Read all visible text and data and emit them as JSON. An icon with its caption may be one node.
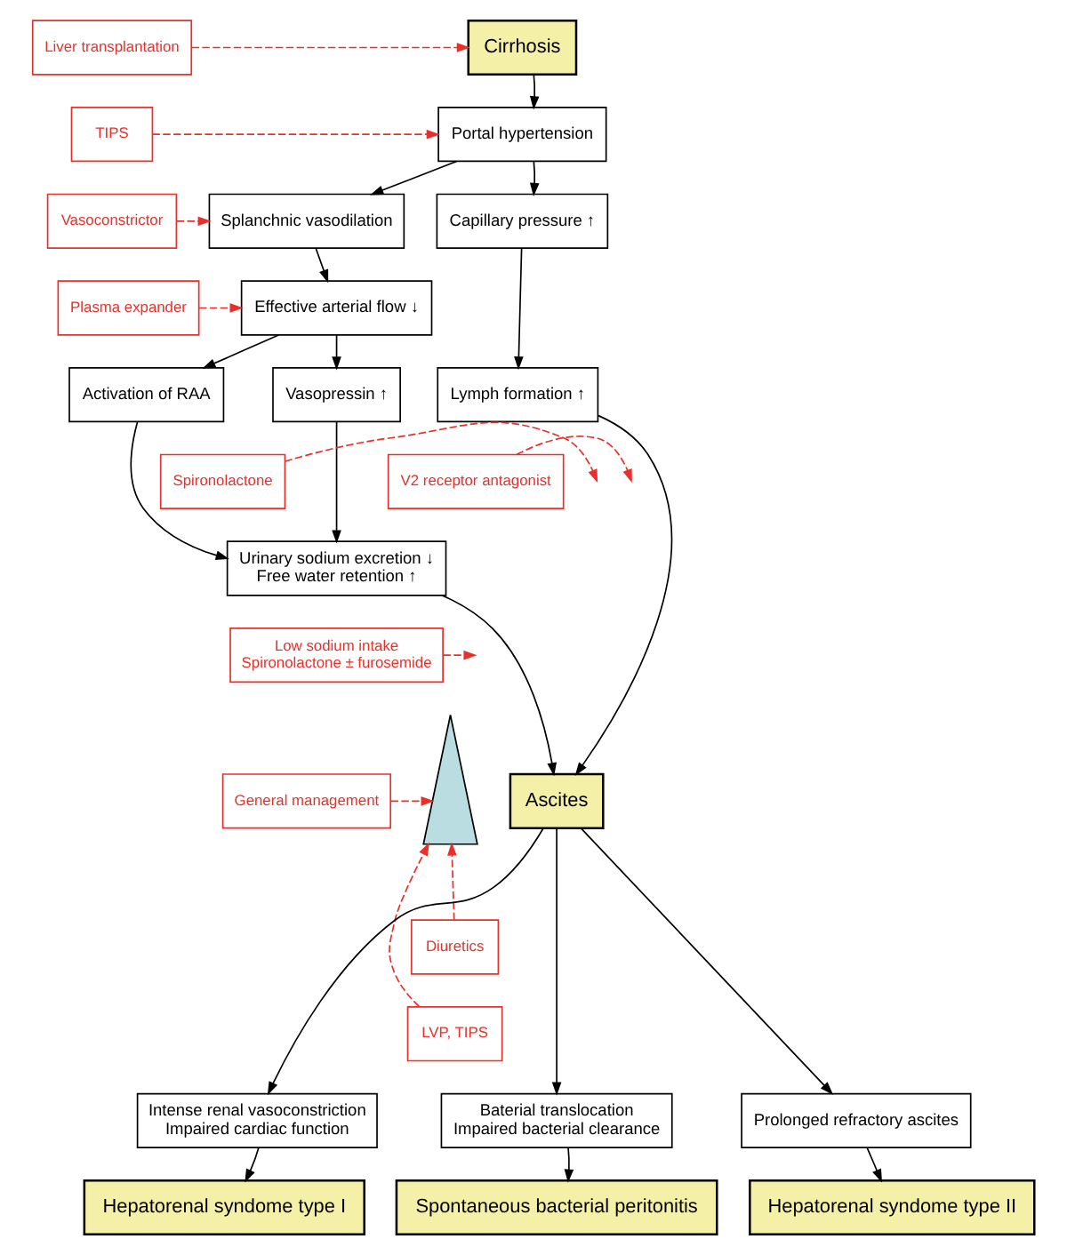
{
  "diagram": {
    "nodes": [
      {
        "text": [
          "Liver transplantation"
        ]
      },
      {
        "text": [
          "Cirrhosis"
        ]
      },
      {
        "text": [
          "TIPS"
        ]
      },
      {
        "text": [
          "Portal hypertension"
        ]
      },
      {
        "text": [
          "Vasoconstrictor"
        ]
      },
      {
        "text": [
          "Splanchnic vasodilation"
        ]
      },
      {
        "text": [
          "Capillary pressure ↑"
        ]
      },
      {
        "text": [
          "Plasma expander"
        ]
      },
      {
        "text": [
          "Effective arterial flow ↓"
        ]
      },
      {
        "text": [
          "Activation of RAA"
        ]
      },
      {
        "text": [
          "Vasopressin ↑"
        ]
      },
      {
        "text": [
          "Lymph formation ↑"
        ]
      },
      {
        "text": [
          "Spironolactone"
        ]
      },
      {
        "text": [
          "V2 receptor antagonist"
        ]
      },
      {
        "text": [
          "Urinary sodium excretion ↓",
          "Free water retention ↑"
        ]
      },
      {
        "text": [
          "Low sodium intake",
          "Spironolactone ± furosemide"
        ]
      },
      {
        "text": [
          "General management"
        ]
      },
      {
        "text": [],
        "shape": "triangle"
      },
      {
        "text": [
          "Diuretics"
        ]
      },
      {
        "text": [
          "LVP, TIPS"
        ]
      },
      {
        "text": [
          "Ascites"
        ]
      },
      {
        "text": [
          "Intense renal vasoconstriction",
          "Impaired cardiac function"
        ]
      },
      {
        "text": [
          "Prolonged refractory ascites"
        ]
      },
      {
        "text": [
          "Baterial translocation",
          "Impaired bacterial clearance"
        ]
      },
      {
        "text": [
          "Hepatorenal syndome type I"
        ]
      },
      {
        "text": [
          "Hepatorenal syndome type II"
        ]
      },
      {
        "text": [
          "Spontaneous bacterial peritonitis"
        ]
      }
    ],
    "edges": [
      {
        "from": 0,
        "to": 1,
        "arrow": "to",
        "style": "dashed",
        "color": "#e8302a"
      },
      {
        "from": 1,
        "to": 3,
        "arrow": "to"
      },
      {
        "from": 2,
        "to": 3,
        "arrow": "to",
        "style": "dashed",
        "color": "#e8302a"
      },
      {
        "from": 3,
        "to": 5,
        "arrow": "to"
      },
      {
        "from": 3,
        "to": 6,
        "arrow": "to"
      },
      {
        "from": 4,
        "to": 5,
        "arrow": "to",
        "style": "dashed",
        "color": "#e8302a"
      },
      {
        "from": 5,
        "to": 8,
        "arrow": "to"
      },
      {
        "from": 7,
        "to": 8,
        "arrow": "to",
        "style": "dashed",
        "color": "#e8302a"
      },
      {
        "from": 8,
        "to": 9,
        "arrow": "to"
      },
      {
        "from": 8,
        "to": 10,
        "arrow": "to"
      },
      {
        "from": 6,
        "to": 11,
        "arrow": "to"
      },
      {
        "from": 9,
        "to": 14,
        "arrow": "to"
      },
      {
        "from": 10,
        "to": 14,
        "arrow": "to"
      },
      {
        "from": 12,
        "to": null,
        "arrow": "to",
        "style": "dashed",
        "color": "#e8302a"
      },
      {
        "from": 13,
        "to": null,
        "arrow": "to",
        "style": "dashed",
        "color": "#e8302a"
      },
      {
        "from": 14,
        "to": 20,
        "arrow": "to"
      },
      {
        "from": 15,
        "to": null,
        "arrow": "to",
        "style": "dashed",
        "color": "#e8302a"
      },
      {
        "from": 11,
        "to": 20,
        "arrow": "to"
      },
      {
        "from": 16,
        "to": 17,
        "arrow": "to",
        "style": "dashed",
        "color": "#e8302a"
      },
      {
        "from": 18,
        "to": 17,
        "arrow": "to",
        "style": "dashed",
        "color": "#e8302a"
      },
      {
        "from": 19,
        "to": 17,
        "arrow": "to",
        "style": "dashed",
        "color": "#e8302a"
      },
      {
        "from": 20,
        "to": 21,
        "arrow": "to"
      },
      {
        "from": 20,
        "to": 22,
        "arrow": "to"
      },
      {
        "from": 20,
        "to": 23,
        "arrow": "to"
      },
      {
        "from": 21,
        "to": 24,
        "arrow": "to"
      },
      {
        "from": 22,
        "to": 25,
        "arrow": "to"
      },
      {
        "from": 23,
        "to": 26,
        "arrow": "to"
      }
    ]
  }
}
